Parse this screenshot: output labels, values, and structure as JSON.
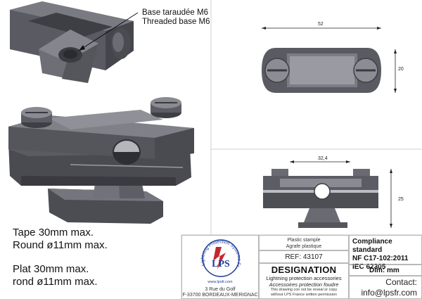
{
  "callout": {
    "line_fr": "Base taraudée M6",
    "line_en": "Threaded base M6"
  },
  "specs": {
    "en_line1": "Tape 30mm max.",
    "en_line2": "Round ø11mm max.",
    "fr_line1": "Plat 30mm max.",
    "fr_line2": "rond ø11mm max."
  },
  "dimensions": {
    "top_width": "52",
    "top_height": "20",
    "front_width": "32,4",
    "front_height": "25"
  },
  "title_block": {
    "logo_text": "Lightning Protection Systems France",
    "logo_mark": "LPS",
    "logo_url": "www.lpsfr.com",
    "address_line1": "3 Rue du Golf",
    "address_line2": "F-33700 BORDEAUX-MERIGNAC",
    "name_en": "Plastic stample",
    "name_fr": "Agrafe plastique",
    "ref": "REF: 43107",
    "designation": "DESIGNATION",
    "designation_en": "Lightning protection accessories",
    "designation_fr": "Accessoires protection foudre",
    "disclaimer_line1": "This drawing con not be reveal or copy",
    "disclaimer_line2": "without  LPS France written permission",
    "compliance_title": "Compliance standard",
    "compliance_std1": "NF C17-102:2011",
    "compliance_std2": "IEC 62305",
    "dim_unit": "Dim: mm",
    "contact_label": "Contact:",
    "contact_email": "info@lpsfr.com"
  },
  "colors": {
    "part_dark": "#4f4f57",
    "part_mid": "#6a6a72",
    "part_light": "#8c8c94",
    "frame_line": "#c9c9c9",
    "logo_blue": "#1e3c9a",
    "logo_red": "#c6262e"
  }
}
